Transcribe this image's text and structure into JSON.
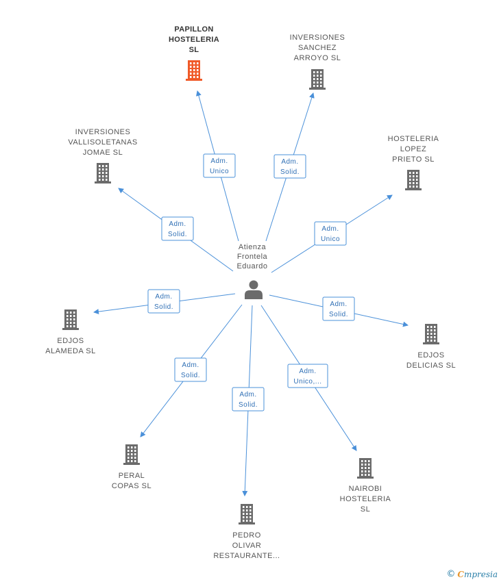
{
  "center": {
    "name_lines": [
      "Atienza",
      "Frontela",
      "Eduardo"
    ],
    "icon": "person-icon"
  },
  "companies": [
    {
      "id": "papillon",
      "lines": [
        "PAPILLON",
        "HOSTELERIA",
        "SL"
      ],
      "highlight": true,
      "color": "#f05a28",
      "role": [
        "Adm.",
        "Unico"
      ]
    },
    {
      "id": "sanchez",
      "lines": [
        "INVERSIONES",
        "SANCHEZ",
        "ARROYO SL"
      ],
      "highlight": false,
      "color": "#6b6b6b",
      "role": [
        "Adm.",
        "Solid."
      ]
    },
    {
      "id": "vallisoletanas",
      "lines": [
        "INVERSIONES",
        "VALLISOLETANAS",
        "JOMAE SL"
      ],
      "highlight": false,
      "color": "#6b6b6b",
      "role": [
        "Adm.",
        "Solid."
      ]
    },
    {
      "id": "lopez",
      "lines": [
        "HOSTELERIA",
        "LOPEZ",
        "PRIETO SL"
      ],
      "highlight": false,
      "color": "#6b6b6b",
      "role": [
        "Adm.",
        "Unico"
      ]
    },
    {
      "id": "alameda",
      "lines": [
        "EDJOS",
        "ALAMEDA SL"
      ],
      "highlight": false,
      "color": "#6b6b6b",
      "role": [
        "Adm.",
        "Solid."
      ]
    },
    {
      "id": "delicias",
      "lines": [
        "EDJOS",
        "DELICIAS SL"
      ],
      "highlight": false,
      "color": "#6b6b6b",
      "role": [
        "Adm.",
        "Solid."
      ]
    },
    {
      "id": "peral",
      "lines": [
        "PERAL",
        "COPAS SL"
      ],
      "highlight": false,
      "color": "#6b6b6b",
      "role": [
        "Adm.",
        "Solid."
      ]
    },
    {
      "id": "pedro",
      "lines": [
        "PEDRO",
        "OLIVAR",
        "RESTAURANTE..."
      ],
      "highlight": false,
      "color": "#6b6b6b",
      "role": [
        "Adm.",
        "Solid."
      ]
    },
    {
      "id": "nairobi",
      "lines": [
        "NAIROBI",
        "HOSTELERIA",
        "SL"
      ],
      "highlight": false,
      "color": "#6b6b6b",
      "role": [
        "Adm.",
        "Unico,..."
      ]
    }
  ],
  "footer": {
    "copyright": "©",
    "brand_first": "C",
    "brand_rest": "mpresia"
  },
  "colors": {
    "edge": "#4a90d9",
    "highlight": "#f05a28",
    "building": "#6b6b6b"
  }
}
